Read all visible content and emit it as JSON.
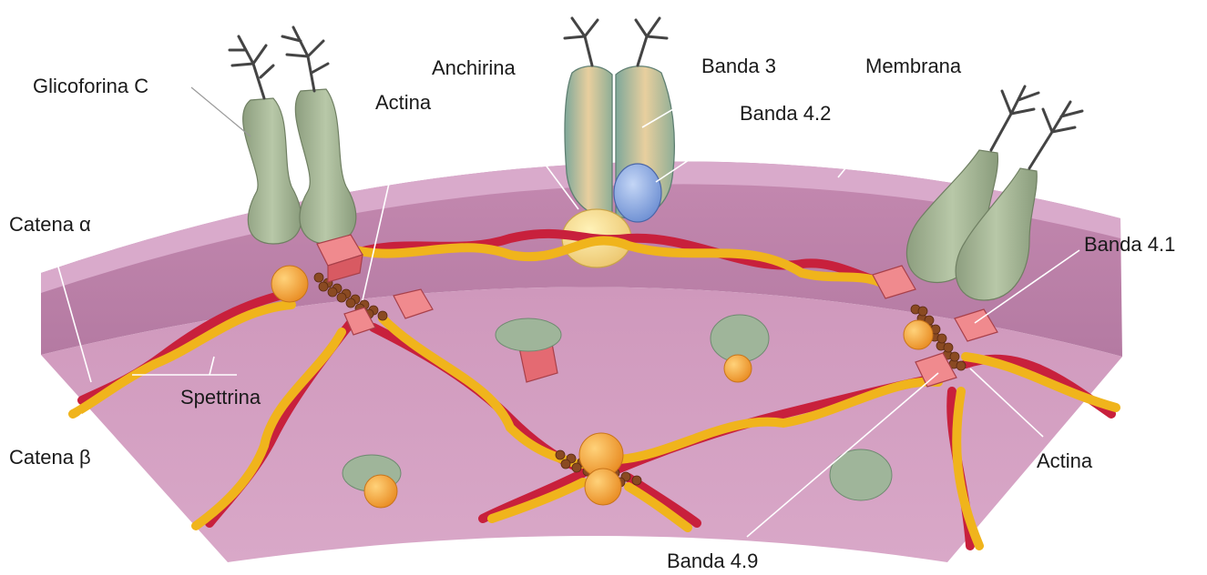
{
  "labels": {
    "glicoforina_c": "Glicoforina C",
    "actina_top": "Actina",
    "anchirina": "Anchirina",
    "banda_3": "Banda 3",
    "banda_4_2": "Banda 4.2",
    "membrana": "Membrana",
    "catena_alpha": "Catena α",
    "banda_4_1": "Banda 4.1",
    "spettrina": "Spettrina",
    "catena_beta": "Catena β",
    "actina_right": "Actina",
    "banda_4_9": "Banda 4.9"
  },
  "colors": {
    "membrane_top": "#d7a2c4",
    "membrane_side": "#c48ab2",
    "membrane_inner": "#c68cb4",
    "spectrin_red": "#c8203c",
    "spectrin_yellow": "#f0b41c",
    "glycophorin": "#a9b99a",
    "band3": "#cfc59a",
    "band42": "#8ea8e0",
    "ankyrin": "#f4dc8c",
    "actin_box": "#e8737a",
    "band41": "#f0a040"
  }
}
